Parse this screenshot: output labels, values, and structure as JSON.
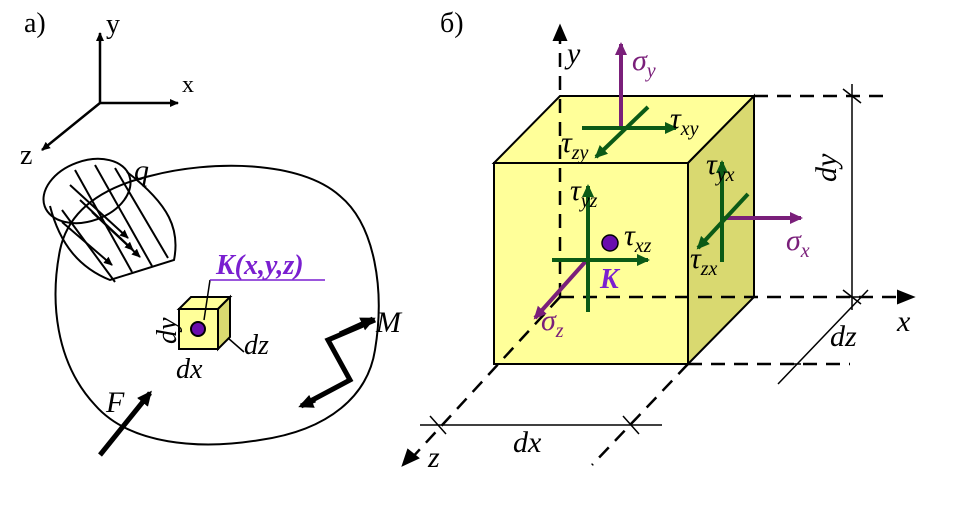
{
  "panel_a": {
    "label": "а)",
    "axis_x": "x",
    "axis_y": "y",
    "axis_z": "z",
    "load_q": "q",
    "point_label": "K(x,y,z)",
    "dim_dx": "dx",
    "dim_dy": "dy",
    "dim_dz": "dz",
    "force": "F",
    "moment": "M"
  },
  "panel_b": {
    "label": "б)",
    "axis_x": "x",
    "axis_y": "y",
    "axis_z": "z",
    "point": "K",
    "dim_dx": "dx",
    "dim_dy": "dy",
    "dim_dz": "dz",
    "stresses": {
      "sigma_base": "σ",
      "tau_base": "τ",
      "sigma_y_sub": "y",
      "sigma_x_sub": "x",
      "sigma_z_sub": "z",
      "tau_xy_sub": "xy",
      "tau_zy_sub": "zy",
      "tau_yz_sub": "yz",
      "tau_xz_sub": "xz",
      "tau_yx_sub": "yx",
      "tau_zx_sub": "zx"
    }
  },
  "colors": {
    "cube_fill": "#ffff99",
    "cube_side": "#d9d970",
    "sigma": "#7a1f7a",
    "tau": "#0b5a16",
    "point": "#6a0dad",
    "label_k": "#7a1fd0"
  }
}
